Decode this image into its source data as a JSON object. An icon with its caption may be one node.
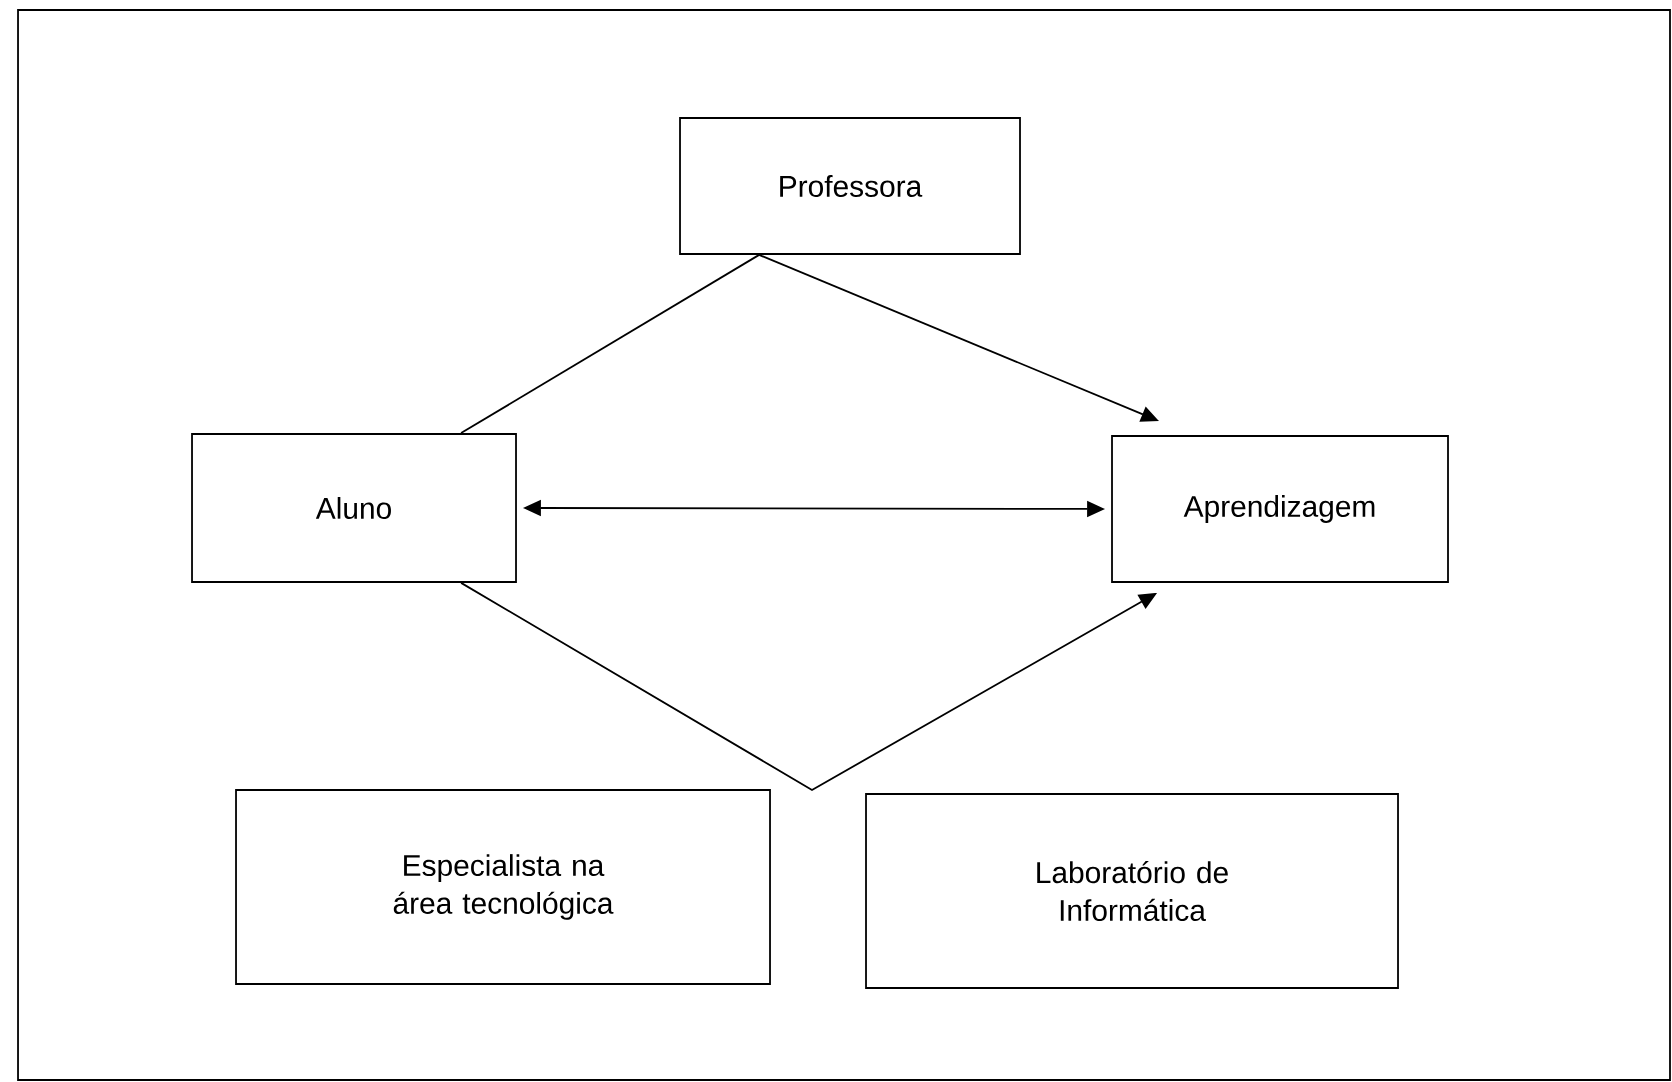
{
  "diagram": {
    "nodes": [
      {
        "text": [
          "Professora"
        ]
      },
      {
        "text": [
          "Aluno"
        ]
      },
      {
        "text": [
          "Aprendizagem"
        ]
      },
      {
        "text": [
          "Especialista na área tecnológica"
        ]
      },
      {
        "text": [
          "Laboratório de Informática"
        ]
      }
    ],
    "edges": [
      {
        "from": 0,
        "to": 1,
        "arrow": "none"
      },
      {
        "from": 0,
        "to": 2,
        "arrow": "to"
      },
      {
        "from": 1,
        "to": 2,
        "arrow": "both"
      },
      {
        "from": 1,
        "to": 2,
        "arrow": "to"
      }
    ]
  }
}
